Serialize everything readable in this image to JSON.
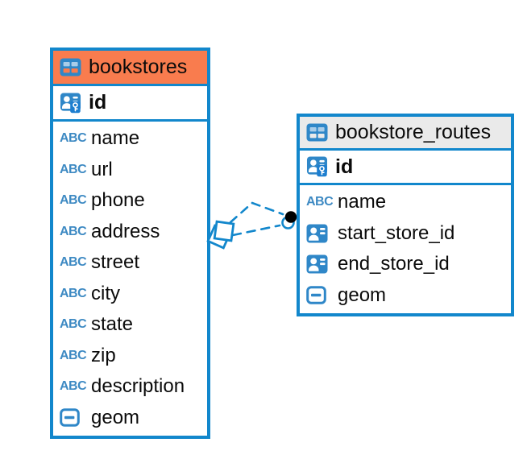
{
  "colors": {
    "accent_blue": "#1287CC",
    "bookstores_header_orange": "#F97C4E",
    "routes_header_gray": "#EAEAEA",
    "icon_blue": "#2F87C8",
    "text_type_blue": "#3E8AC3",
    "text": "#0B0B0B",
    "background": "#FFFFFF"
  },
  "icons": {
    "text_type_label": "ABC"
  },
  "diagram": {
    "tables": [
      {
        "name": "bookstores",
        "primary_key": {
          "name": "id",
          "type": "primary-key"
        },
        "columns": [
          {
            "name": "name",
            "type": "text"
          },
          {
            "name": "url",
            "type": "text"
          },
          {
            "name": "phone",
            "type": "text"
          },
          {
            "name": "address",
            "type": "text"
          },
          {
            "name": "street",
            "type": "text"
          },
          {
            "name": "city",
            "type": "text"
          },
          {
            "name": "state",
            "type": "text"
          },
          {
            "name": "zip",
            "type": "text"
          },
          {
            "name": "description",
            "type": "text"
          },
          {
            "name": "geom",
            "type": "geometry"
          }
        ]
      },
      {
        "name": "bookstore_routes",
        "primary_key": {
          "name": "id",
          "type": "primary-key"
        },
        "columns": [
          {
            "name": "name",
            "type": "text"
          },
          {
            "name": "start_store_id",
            "type": "reference"
          },
          {
            "name": "end_store_id",
            "type": "reference"
          },
          {
            "name": "geom",
            "type": "geometry"
          }
        ]
      }
    ],
    "relations": [
      {
        "between": [
          "bookstores",
          "bookstore_routes"
        ],
        "style": "dashed",
        "source_marker": "stacked-squares",
        "target_marker": "filled-dot"
      },
      {
        "between": [
          "bookstores",
          "bookstore_routes"
        ],
        "style": "dashed",
        "source_marker": "stacked-squares",
        "target_marker": "filled-dot"
      }
    ]
  }
}
